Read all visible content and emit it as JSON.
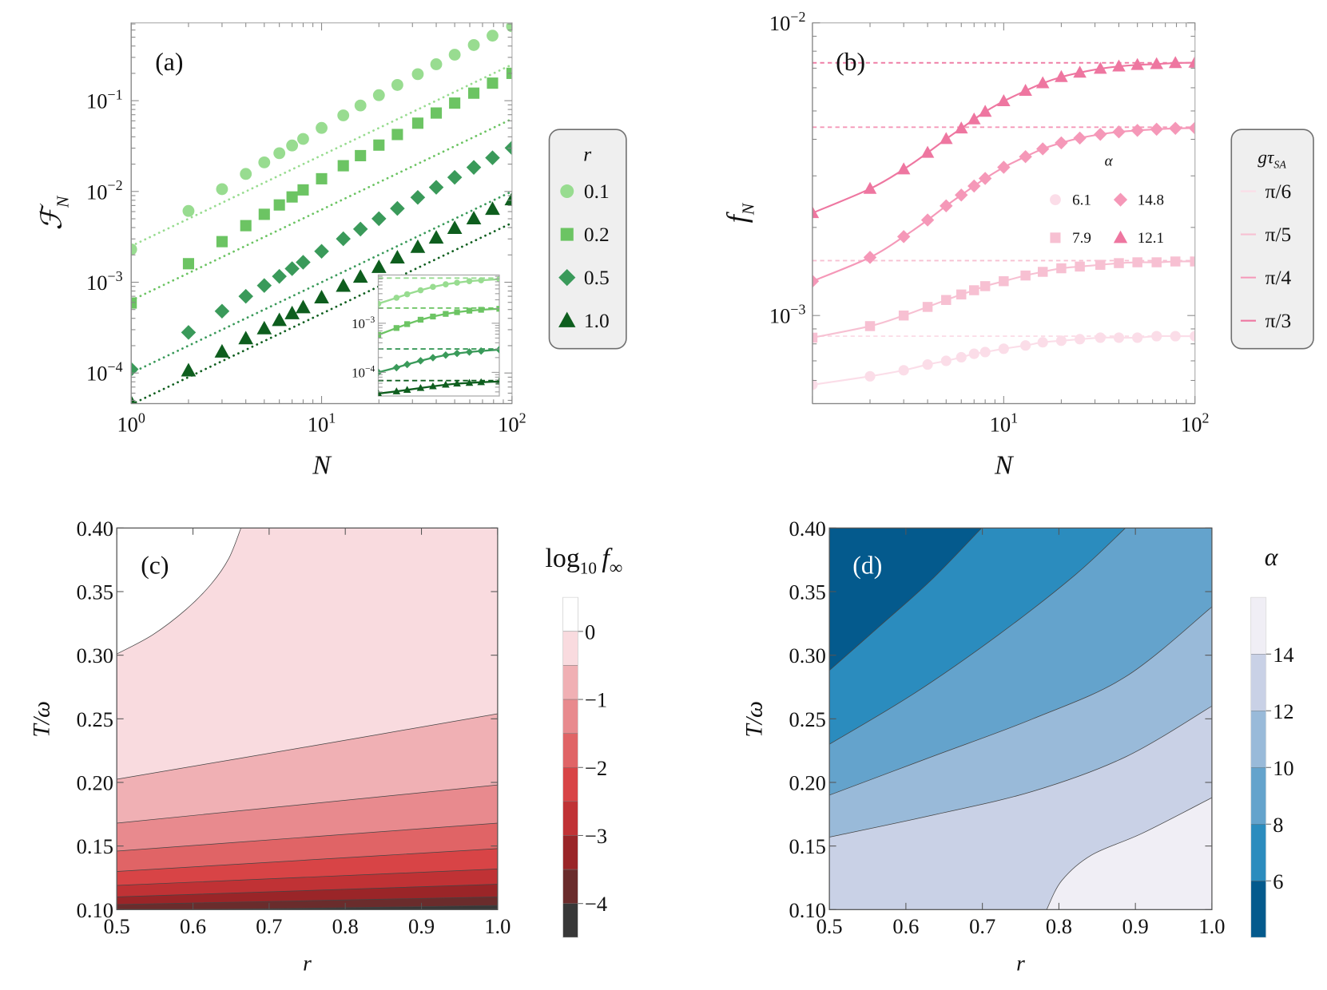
{
  "chart_data": [
    {
      "panel": "a",
      "panel_label": "(a)",
      "type": "scatter",
      "xscale": "log",
      "yscale": "log",
      "xlim": [
        1,
        100
      ],
      "ylim": [
        4.6e-05,
        0.72
      ],
      "xlabel": "N",
      "ylabel": "ℱ",
      "ylabel_sub": "N",
      "x_ticks": [
        {
          "value": 1,
          "base": "10",
          "exp": "0"
        },
        {
          "value": 10,
          "base": "10",
          "exp": "1"
        },
        {
          "value": 100,
          "base": "10",
          "exp": "2"
        }
      ],
      "y_ticks": [
        {
          "value": 0.1,
          "base": "10",
          "exp": "−1"
        },
        {
          "value": 0.01,
          "base": "10",
          "exp": "−2"
        },
        {
          "value": 0.001,
          "base": "10",
          "exp": "−3"
        },
        {
          "value": 0.0001,
          "base": "10",
          "exp": "−4"
        }
      ],
      "x": [
        1,
        2,
        3,
        4,
        5,
        6,
        7,
        8,
        10,
        13,
        16,
        20,
        25,
        32,
        40,
        50,
        63,
        79,
        100
      ],
      "series": [
        {
          "name": "0.1",
          "marker": "circle",
          "color": "#98dc90",
          "values": [
            0.0023,
            0.0061,
            0.0106,
            0.0156,
            0.0209,
            0.0264,
            0.0321,
            0.0379,
            0.0501,
            0.0689,
            0.0885,
            0.115,
            0.149,
            0.196,
            0.252,
            0.321,
            0.41,
            0.52,
            0.661
          ],
          "dotted_line": {
            "value_at_N1": 0.0025,
            "slope": 1
          }
        },
        {
          "name": "0.2",
          "marker": "square",
          "color": "#6cc463",
          "values": [
            0.00059,
            0.0016,
            0.0028,
            0.0042,
            0.0056,
            0.0071,
            0.0087,
            0.0104,
            0.0138,
            0.0192,
            0.0248,
            0.0324,
            0.0424,
            0.0565,
            0.0731,
            0.094,
            0.121,
            0.156,
            0.2
          ],
          "dotted_line": {
            "value_at_N1": 0.00063,
            "slope": 1
          }
        },
        {
          "name": "0.5",
          "marker": "diamond",
          "color": "#3a9a5a",
          "values": [
            0.00011,
            0.00028,
            0.00048,
            0.0007,
            0.00092,
            0.00116,
            0.00141,
            0.00166,
            0.00219,
            0.00301,
            0.00385,
            0.00501,
            0.0065,
            0.0086,
            0.0111,
            0.0143,
            0.0184,
            0.0235,
            0.0302
          ],
          "dotted_line": {
            "value_at_N1": 0.0001,
            "slope": 1
          }
        },
        {
          "name": "1.0",
          "marker": "triangle",
          "color": "#0e5e1e",
          "values": [
            4.7e-05,
            0.000106,
            0.000171,
            0.000239,
            0.000308,
            0.00038,
            0.000452,
            0.000526,
            0.000676,
            0.000906,
            0.00114,
            0.00146,
            0.00186,
            0.00243,
            0.00308,
            0.00393,
            0.00501,
            0.00637,
            0.00813
          ],
          "dotted_line": {
            "value_at_N1": 4.5e-05,
            "slope": 1
          }
        }
      ],
      "legend": {
        "title": "r",
        "placement": "right-outside",
        "entries": [
          "0.1",
          "0.2",
          "0.5",
          "1.0"
        ]
      },
      "inset": {
        "placement": "bottom-right",
        "xscale": "log",
        "yscale": "log",
        "xlim": [
          1,
          100
        ],
        "ylim": [
          3.3e-05,
          0.0096
        ],
        "y_ticks": [
          {
            "value": 0.001,
            "base": "10",
            "exp": "−3"
          },
          {
            "value": 0.0001,
            "base": "10",
            "exp": "−4"
          }
        ],
        "x": [
          1,
          2,
          3,
          5,
          8,
          13,
          20,
          32,
          50,
          100
        ],
        "series": [
          {
            "name": "0.1",
            "values": [
              0.0025,
              0.0033,
              0.0039,
              0.0047,
              0.0055,
              0.0062,
              0.0067,
              0.0072,
              0.0075,
              0.0079
            ],
            "asymptote": 0.0083
          },
          {
            "name": "0.2",
            "values": [
              0.00058,
              0.0008,
              0.00096,
              0.00118,
              0.00137,
              0.00155,
              0.00168,
              0.0018,
              0.00188,
              0.00197
            ],
            "asymptote": 0.00204
          },
          {
            "name": "0.5",
            "values": [
              0.0001,
              0.000125,
              0.000145,
              0.000172,
              0.000199,
              0.000225,
              0.000243,
              0.00026,
              0.000272,
              0.00029
            ],
            "asymptote": 0.0003
          },
          {
            "name": "1.0",
            "values": [
              3.7e-05,
              4.1e-05,
              4.4e-05,
              4.8e-05,
              5.2e-05,
              5.6e-05,
              5.9e-05,
              6.1e-05,
              6.3e-05,
              6.5e-05
            ],
            "asymptote": 6.8e-05
          }
        ]
      }
    },
    {
      "panel": "b",
      "panel_label": "(b)",
      "type": "scatter",
      "xscale": "log",
      "yscale": "log",
      "xlim": [
        1,
        100
      ],
      "ylim": [
        0.0005,
        0.01
      ],
      "xlabel": "N",
      "ylabel": "f",
      "ylabel_sub": "N",
      "x_ticks": [
        {
          "value": 10,
          "base": "10",
          "exp": "1"
        },
        {
          "value": 100,
          "base": "10",
          "exp": "2"
        }
      ],
      "y_ticks": [
        {
          "value": 0.01,
          "base": "10",
          "exp": "−2"
        },
        {
          "value": 0.001,
          "base": "10",
          "exp": "−3"
        }
      ],
      "x": [
        1,
        2,
        3,
        4,
        5,
        6,
        7,
        8,
        10,
        13,
        16,
        20,
        25,
        32,
        40,
        50,
        63,
        79,
        100
      ],
      "series": [
        {
          "gtau": "π/6",
          "alpha": "6.1",
          "marker": "circle",
          "color": "#fbdde8",
          "values": [
            0.00058,
            0.00062,
            0.00065,
            0.00068,
            0.0007,
            0.00072,
            0.00074,
            0.00075,
            0.00077,
            0.00079,
            0.00081,
            0.00082,
            0.00083,
            0.00084,
            0.00084,
            0.00084,
            0.00085,
            0.00085,
            0.00085
          ],
          "asymptote": 0.00085
        },
        {
          "gtau": "π/5",
          "alpha": "7.9",
          "marker": "square",
          "color": "#f7c0d2",
          "values": [
            0.00084,
            0.00092,
            0.001,
            0.00107,
            0.00113,
            0.00118,
            0.00122,
            0.00126,
            0.00131,
            0.00137,
            0.00141,
            0.00145,
            0.00147,
            0.00149,
            0.00151,
            0.00152,
            0.00152,
            0.00153,
            0.00153
          ],
          "asymptote": 0.00154
        },
        {
          "gtau": "π/4",
          "alpha": "14.8",
          "marker": "diamond",
          "color": "#f598b8",
          "values": [
            0.00131,
            0.00158,
            0.00186,
            0.00212,
            0.00237,
            0.00258,
            0.00277,
            0.00294,
            0.00321,
            0.00349,
            0.00371,
            0.00389,
            0.00404,
            0.00416,
            0.00424,
            0.00429,
            0.00433,
            0.00436,
            0.00437
          ],
          "asymptote": 0.0044
        },
        {
          "gtau": "π/3",
          "alpha": "12.1",
          "marker": "triangle",
          "color": "#ee76a0",
          "values": [
            0.00224,
            0.00271,
            0.00316,
            0.0036,
            0.00401,
            0.00436,
            0.00468,
            0.00497,
            0.0054,
            0.00586,
            0.00622,
            0.00653,
            0.00676,
            0.00697,
            0.0071,
            0.00718,
            0.00723,
            0.00729,
            0.00731
          ],
          "asymptote": 0.0073
        }
      ],
      "legend_alpha": {
        "title": "α",
        "placement": "inside-center-right"
      },
      "legend_gtau": {
        "title": "gτ",
        "title_sub": "SA",
        "placement": "right-outside"
      }
    },
    {
      "panel": "c",
      "panel_label": "(c)",
      "type": "contour",
      "xlim": [
        0.5,
        1.0
      ],
      "ylim": [
        0.1,
        0.4
      ],
      "xlabel": "r",
      "ylabel": "T/ω",
      "x_ticks": [
        "0.5",
        "0.6",
        "0.7",
        "0.8",
        "0.9",
        "1.0"
      ],
      "y_ticks": [
        "0.10",
        "0.15",
        "0.20",
        "0.25",
        "0.30",
        "0.35",
        "0.40"
      ],
      "base_color": "#383838",
      "contours": [
        {
          "level": -4.0,
          "color_beyond": "#6a2c2c",
          "points": [
            [
              0.6,
              0.1
            ],
            [
              0.8,
              0.1015
            ],
            [
              1.0,
              0.1033
            ]
          ]
        },
        {
          "level": -3.5,
          "color_beyond": "#9a2528",
          "points": [
            [
              0.5,
              0.104
            ],
            [
              0.75,
              0.107
            ],
            [
              1.0,
              0.11
            ]
          ]
        },
        {
          "level": -3.0,
          "color_beyond": "#c03235",
          "points": [
            [
              0.5,
              0.11
            ],
            [
              0.75,
              0.115
            ],
            [
              1.0,
              0.12
            ]
          ]
        },
        {
          "level": -2.5,
          "color_beyond": "#d84446",
          "points": [
            [
              0.5,
              0.119
            ],
            [
              0.75,
              0.1255
            ],
            [
              1.0,
              0.132
            ]
          ]
        },
        {
          "level": -2.0,
          "color_beyond": "#e06466",
          "points": [
            [
              0.5,
              0.13
            ],
            [
              0.75,
              0.139
            ],
            [
              1.0,
              0.148
            ]
          ]
        },
        {
          "level": -1.5,
          "color_beyond": "#e88a8e",
          "points": [
            [
              0.5,
              0.146
            ],
            [
              0.75,
              0.157
            ],
            [
              1.0,
              0.168
            ]
          ]
        },
        {
          "level": -1.0,
          "color_beyond": "#f0b0b4",
          "points": [
            [
              0.5,
              0.168
            ],
            [
              0.75,
              0.183
            ],
            [
              1.0,
              0.198
            ]
          ]
        },
        {
          "level": -0.5,
          "color_beyond": "#f9dbdf",
          "points": [
            [
              0.5,
              0.2025
            ],
            [
              0.75,
              0.228
            ],
            [
              1.0,
              0.254
            ]
          ]
        },
        {
          "level": 0.0,
          "color_beyond": "#ffffff",
          "points": [
            [
              0.5,
              0.301
            ],
            [
              0.547,
              0.316
            ],
            [
              0.591,
              0.336
            ],
            [
              0.624,
              0.356
            ],
            [
              0.647,
              0.376
            ],
            [
              0.663,
              0.4
            ]
          ]
        }
      ],
      "colorbar": {
        "title": "log",
        "title_sub": "10",
        "title_var": "f",
        "title_var_sub": "∞",
        "range": [
          -4.5,
          0.5
        ],
        "ticks": [
          "0",
          "−1",
          "−2",
          "−3",
          "−4"
        ],
        "tick_values": [
          0,
          -1,
          -2,
          -3,
          -4
        ],
        "bands": [
          {
            "from": 0.0,
            "to": 0.5,
            "color": "#ffffff"
          },
          {
            "from": -0.5,
            "to": 0.0,
            "color": "#f9dbdf"
          },
          {
            "from": -1.0,
            "to": -0.5,
            "color": "#f0b0b4"
          },
          {
            "from": -1.5,
            "to": -1.0,
            "color": "#e88a8e"
          },
          {
            "from": -2.0,
            "to": -1.5,
            "color": "#e06466"
          },
          {
            "from": -2.5,
            "to": -2.0,
            "color": "#d84446"
          },
          {
            "from": -3.0,
            "to": -2.5,
            "color": "#c03235"
          },
          {
            "from": -3.5,
            "to": -3.0,
            "color": "#9a2528"
          },
          {
            "from": -4.0,
            "to": -3.5,
            "color": "#6a2c2c"
          },
          {
            "from": -4.5,
            "to": -4.0,
            "color": "#383838"
          }
        ]
      }
    },
    {
      "panel": "d",
      "panel_label": "(d)",
      "type": "contour",
      "xlim": [
        0.5,
        1.0
      ],
      "ylim": [
        0.1,
        0.4
      ],
      "xlabel": "r",
      "ylabel": "T/ω",
      "x_ticks": [
        "0.5",
        "0.6",
        "0.7",
        "0.8",
        "0.9",
        "1.0"
      ],
      "y_ticks": [
        "0.10",
        "0.15",
        "0.20",
        "0.25",
        "0.30",
        "0.35",
        "0.40"
      ],
      "base_color": "#f0eef5",
      "contours": [
        {
          "level": 14,
          "color_beyond": "#c9d1e6",
          "points": [
            [
              0.784,
              0.1
            ],
            [
              0.804,
              0.123
            ],
            [
              0.843,
              0.143
            ],
            [
              0.909,
              0.16
            ],
            [
              1.0,
              0.188
            ]
          ]
        },
        {
          "level": 12,
          "color_beyond": "#99bad9",
          "points": [
            [
              0.5,
              0.157
            ],
            [
              0.633,
              0.174
            ],
            [
              0.766,
              0.193
            ],
            [
              0.887,
              0.22
            ],
            [
              1.0,
              0.26
            ]
          ]
        },
        {
          "level": 10,
          "color_beyond": "#64a3cc",
          "points": [
            [
              0.5,
              0.19
            ],
            [
              0.633,
              0.22
            ],
            [
              0.766,
              0.25
            ],
            [
              0.887,
              0.283
            ],
            [
              1.0,
              0.338
            ]
          ]
        },
        {
          "level": 8,
          "color_beyond": "#2b8cbe",
          "points": [
            [
              0.5,
              0.23
            ],
            [
              0.611,
              0.27
            ],
            [
              0.721,
              0.316
            ],
            [
              0.821,
              0.363
            ],
            [
              0.887,
              0.4
            ]
          ]
        },
        {
          "level": 6,
          "color_beyond": "#045a8d",
          "points": [
            [
              0.5,
              0.288
            ],
            [
              0.566,
              0.323
            ],
            [
              0.633,
              0.359
            ],
            [
              0.699,
              0.4
            ]
          ]
        }
      ],
      "colorbar": {
        "title": "α",
        "range": [
          4,
          16
        ],
        "ticks": [
          "6",
          "8",
          "10",
          "12",
          "14"
        ],
        "tick_values": [
          6,
          8,
          10,
          12,
          14
        ],
        "bands": [
          {
            "from": 14,
            "to": 16,
            "color": "#f0eef5"
          },
          {
            "from": 12,
            "to": 14,
            "color": "#c9d1e6"
          },
          {
            "from": 10,
            "to": 12,
            "color": "#99bad9"
          },
          {
            "from": 8,
            "to": 10,
            "color": "#64a3cc"
          },
          {
            "from": 6,
            "to": 8,
            "color": "#2b8cbe"
          },
          {
            "from": 4,
            "to": 6,
            "color": "#045a8d"
          }
        ]
      }
    }
  ]
}
